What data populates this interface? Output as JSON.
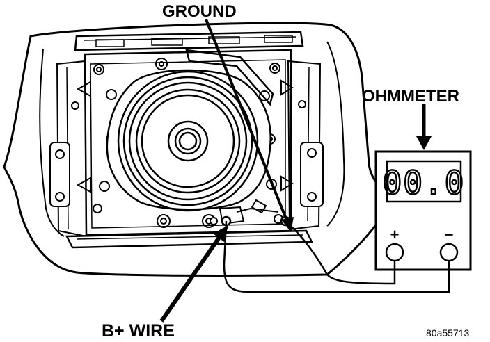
{
  "labels": {
    "ground": "GROUND",
    "ohmmeter": "OHMMETER",
    "bplus_wire": "B+ WIRE",
    "figure_code": "80a55713"
  },
  "meter": {
    "display_reading": "00.0",
    "plus_terminal": "+",
    "minus_terminal": "−"
  }
}
